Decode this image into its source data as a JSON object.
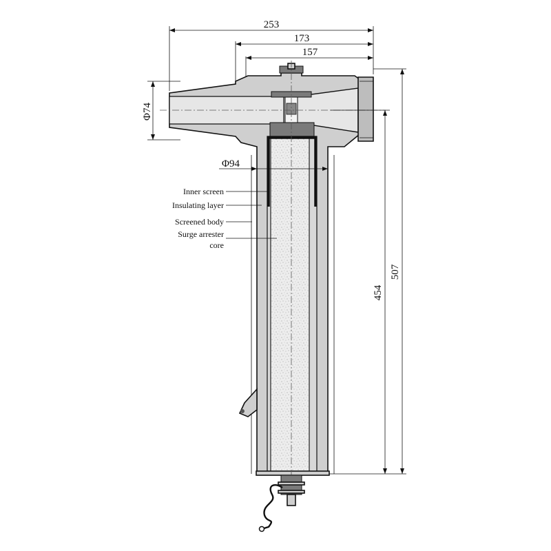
{
  "dimensions": {
    "d253": "253",
    "d173": "173",
    "d157": "157",
    "d74": "Φ74",
    "d94": "Φ94",
    "d507": "507",
    "d454": "454"
  },
  "labels": {
    "inner_screen": "Inner screen",
    "insulating_layer": "Insulating layer",
    "screened_body": "Screened body",
    "surge_arrester_line1": "Surge arrester",
    "surge_arrester_line2": "core"
  },
  "colors": {
    "body_fill": "#cfcfcf",
    "core_fill": "#ededed",
    "dark_part": "#7a7a7a",
    "line": "#111111"
  }
}
